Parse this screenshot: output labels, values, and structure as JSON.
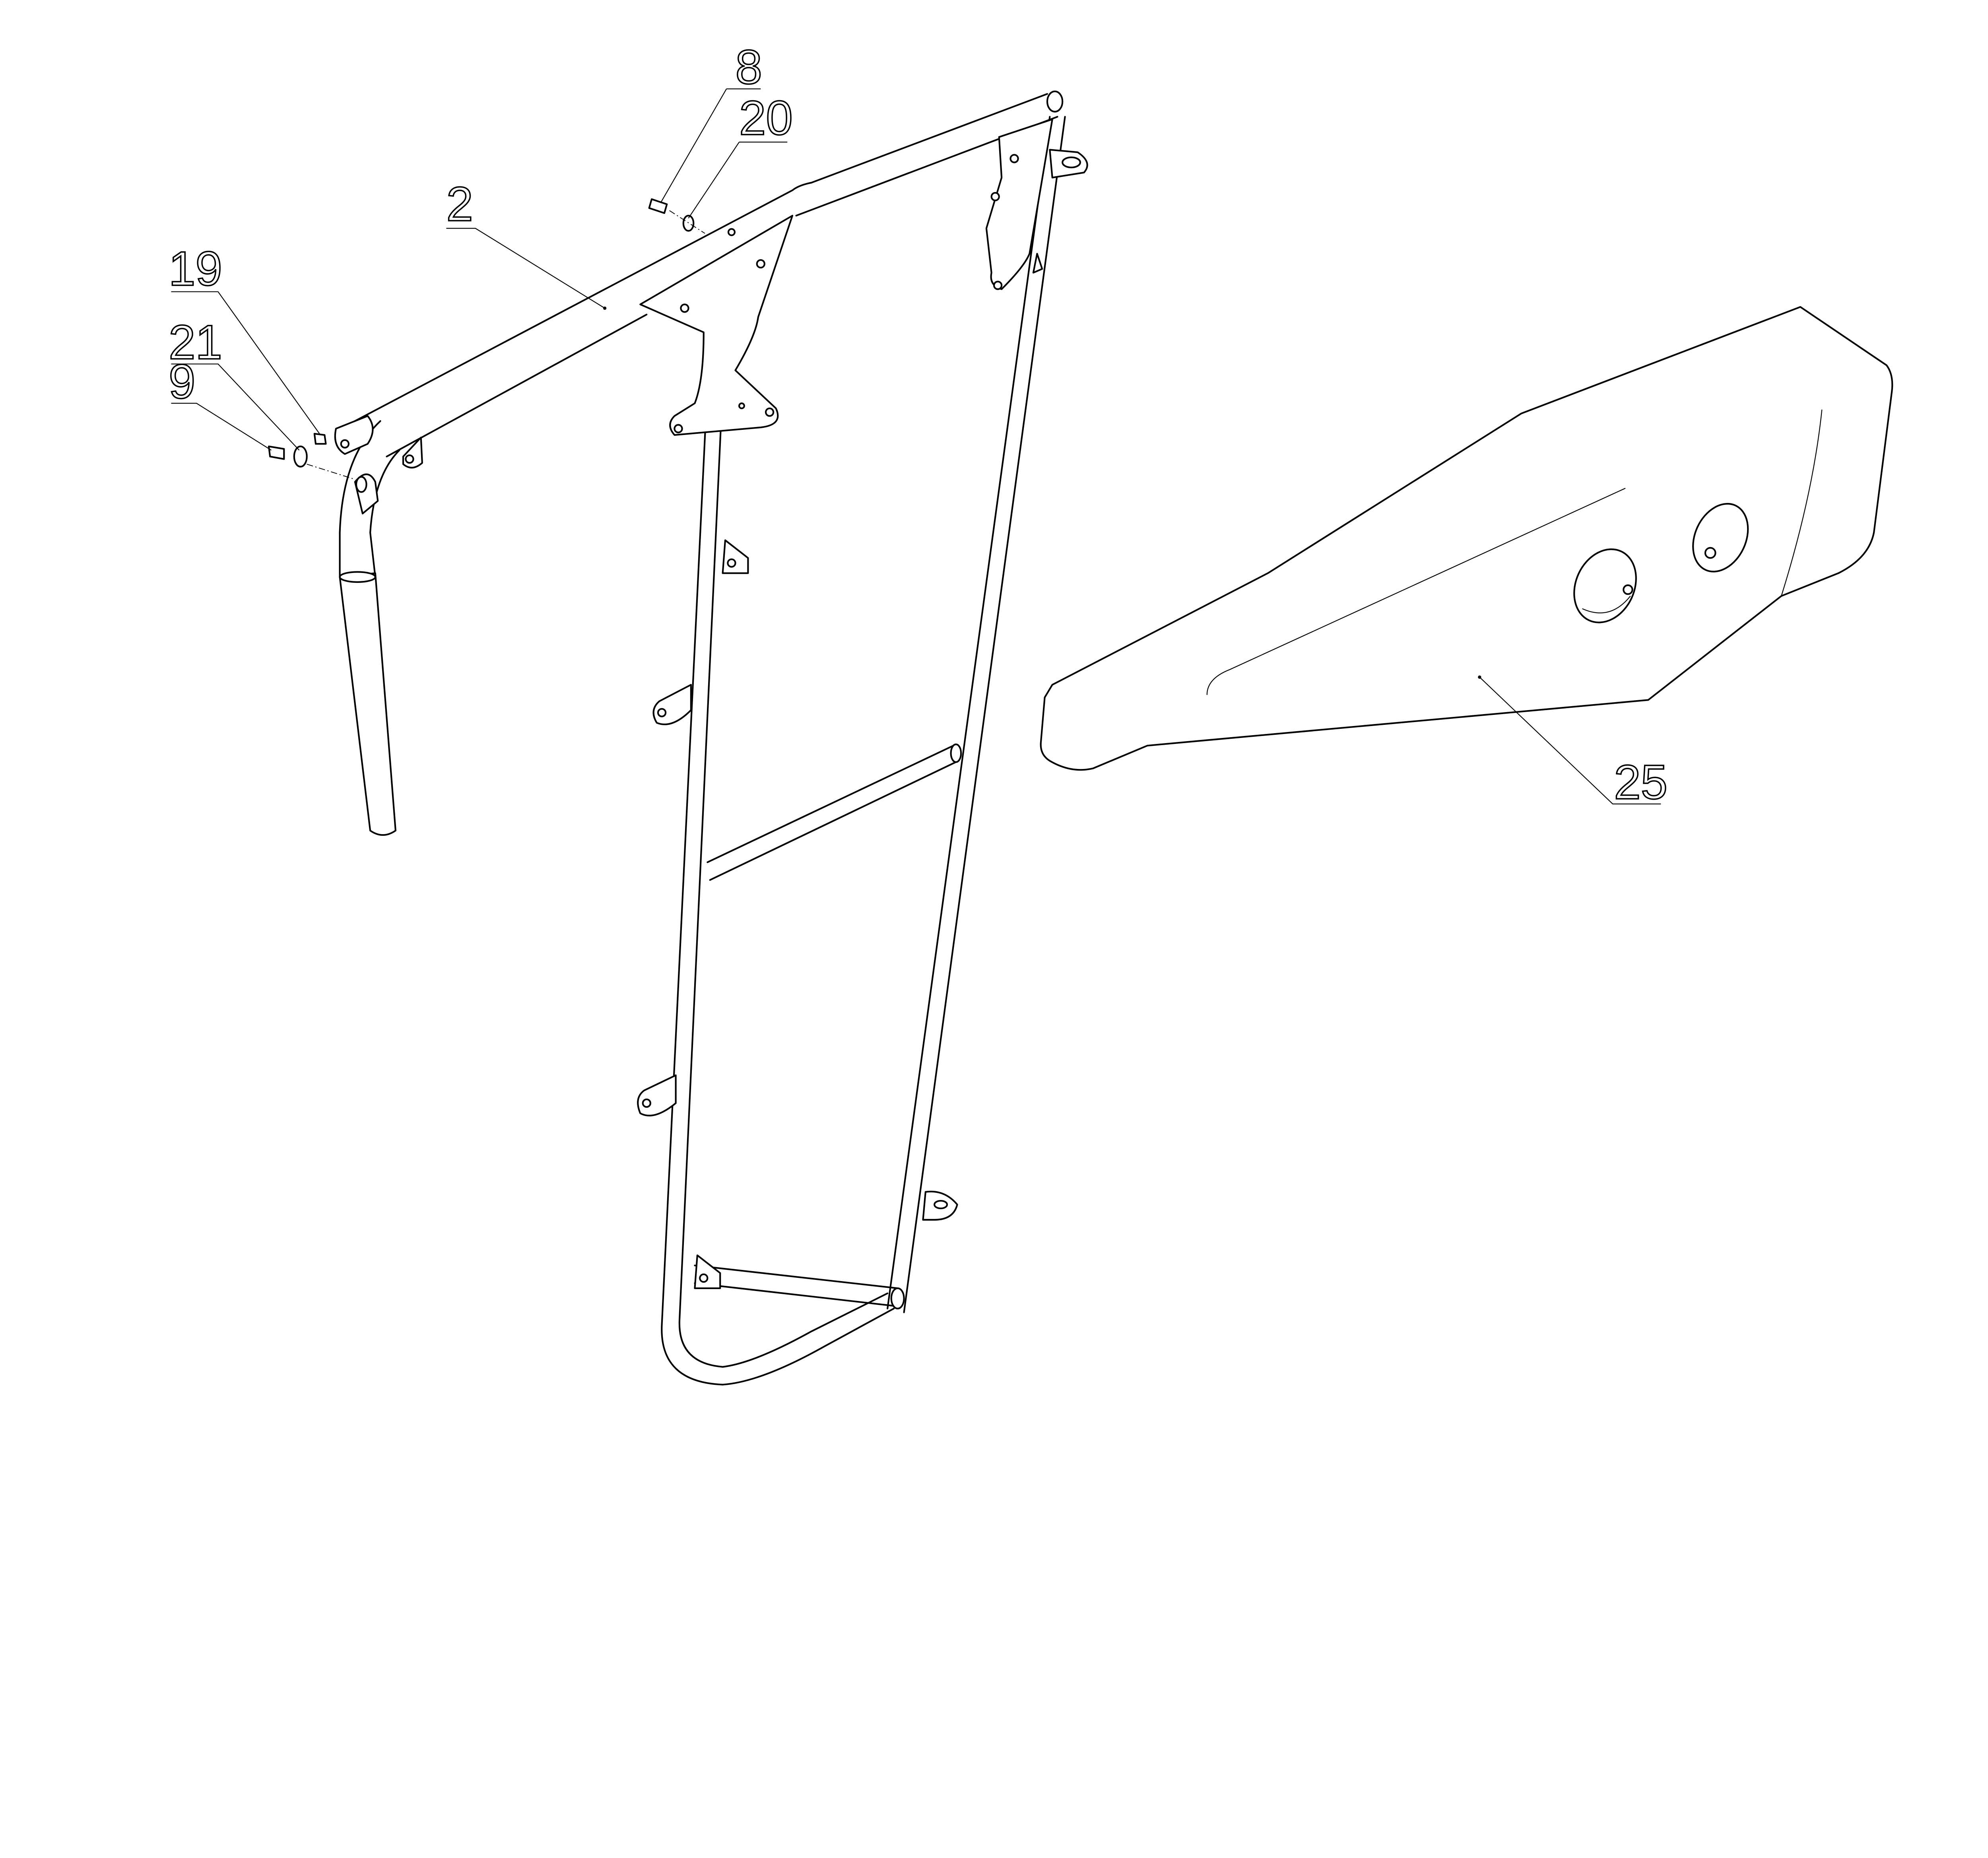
{
  "drawing": {
    "type": "exploded parts diagram",
    "callouts": {
      "part_8": "8",
      "part_20": "20",
      "part_2": "2",
      "part_19": "19",
      "part_21": "21",
      "part_9": "9",
      "part_25": "25"
    },
    "line_color": "#000000",
    "background_color": "#ffffff"
  }
}
